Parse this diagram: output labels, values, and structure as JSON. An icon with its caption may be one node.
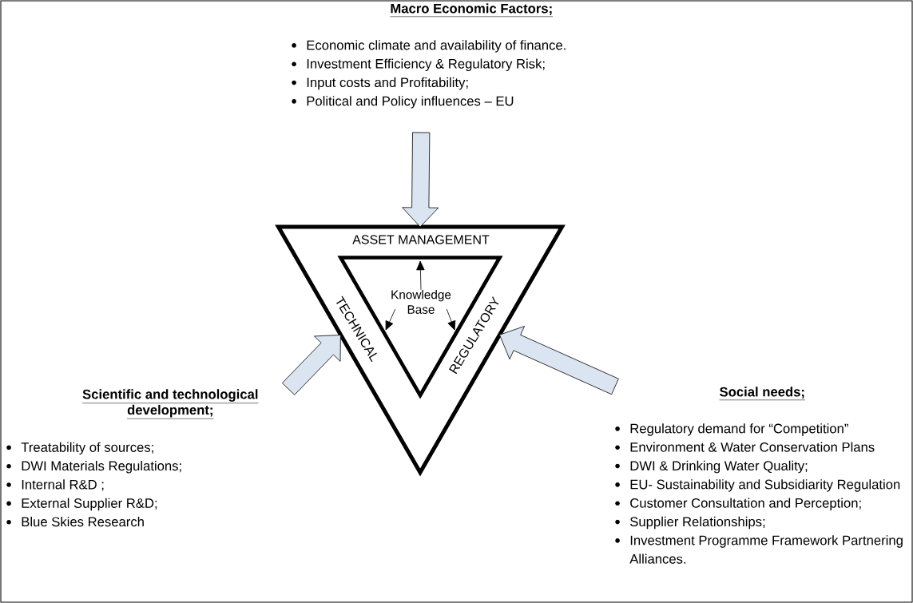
{
  "diagram": {
    "nodes": [
      {
        "text": [
          "Macro Economic Factors;",
          "Economic climate and availability of finance.",
          "Investment Efficiency & Regulatory Risk;",
          "Input costs and Profitability;",
          "Political and Policy influences – EU"
        ]
      },
      {
        "text": [
          "ASSET MANAGEMENT",
          "TECHNICAL",
          "REGULATORY"
        ]
      },
      {
        "text": [],
        "shape": "triangle",
        "in": 1
      },
      {
        "text": [
          "Knowledge Base"
        ],
        "in": 2
      },
      {
        "text": [
          "Scientific and technological development;",
          "Treatability of sources;",
          "DWI Materials Regulations;",
          "Internal R&D ;",
          "External Supplier R&D;",
          "Blue Skies Research"
        ]
      },
      {
        "text": [
          "Social needs;",
          "Regulatory demand for “Competition”",
          "Environment & Water Conservation Plans",
          "DWI & Drinking Water Quality;",
          "EU- Sustainability and Subsidiarity Regulation",
          "Customer Consultation and Perception;",
          "Supplier Relationships;",
          "Investment Programme Framework Partnering Alliances."
        ]
      }
    ],
    "edges": [
      {
        "from": 0,
        "to": 1,
        "arrow": "to",
        "style": "thick",
        "color": "#dbe5f1"
      },
      {
        "from": 4,
        "to": 1,
        "arrow": "to",
        "style": "thick",
        "color": "#dbe5f1"
      },
      {
        "from": 5,
        "to": 1,
        "arrow": "to",
        "style": "thick",
        "color": "#dbe5f1"
      },
      {
        "from": 3,
        "to": 2,
        "arrow": "to"
      },
      {
        "from": 3,
        "to": 2,
        "arrow": "to"
      },
      {
        "from": 3,
        "to": 2,
        "arrow": "to"
      }
    ]
  }
}
